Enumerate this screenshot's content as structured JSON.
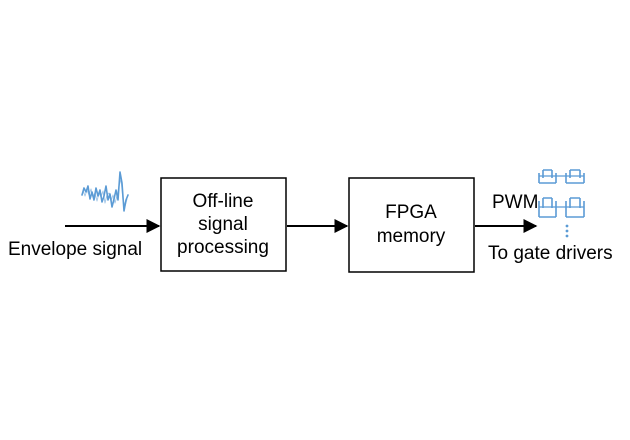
{
  "diagram": {
    "input_label": "Envelope signal",
    "block1": {
      "line1": "Off-line",
      "line2": "signal",
      "line3": "processing"
    },
    "block2": {
      "line1": "FPGA",
      "line2": "memory"
    },
    "pwm_label": "PWM",
    "output_label": "To gate drivers"
  },
  "icons": {
    "input_waveform": "envelope-waveform-icon",
    "pwm_pulses": "pwm-pulse-train-icon"
  },
  "colors": {
    "waveform": "#5b9bd5",
    "line": "#000000"
  }
}
